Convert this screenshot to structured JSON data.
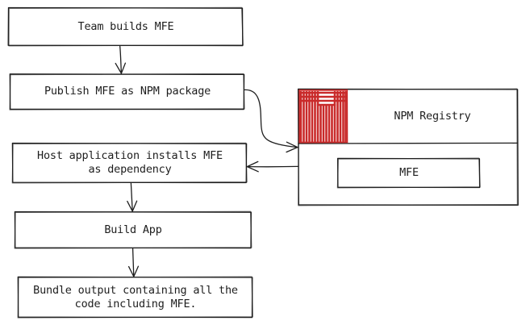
{
  "nodes": {
    "team_builds": "Team builds MFE",
    "publish": "Publish MFE as NPM package",
    "host_installs": "Host application installs MFE\nas dependency",
    "build_app": "Build App",
    "bundle_output": "Bundle output containing all the\ncode including MFE.",
    "registry_title": "NPM Registry",
    "registry_item": "MFE"
  },
  "colors": {
    "stroke": "#1e1e1e",
    "logo": "#c92a2a"
  },
  "icons": {
    "registry_logo": "npm-logo-icon"
  }
}
